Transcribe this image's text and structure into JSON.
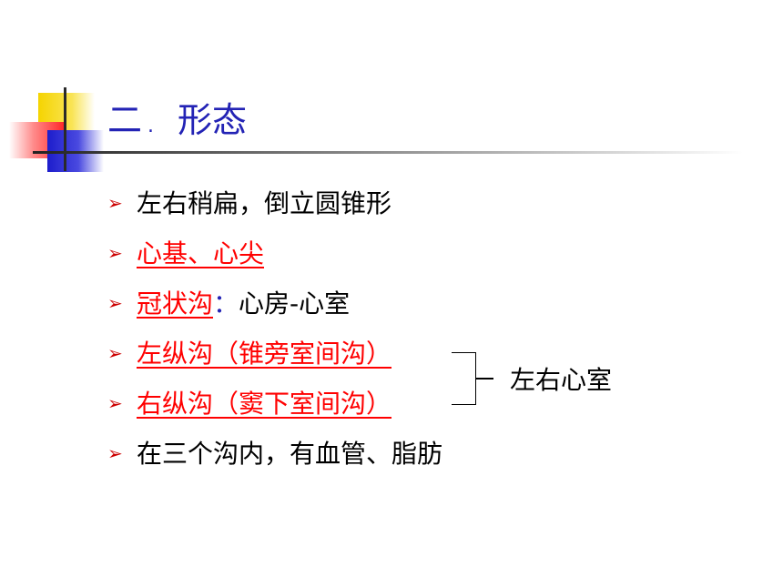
{
  "title": {
    "number": "二",
    "dot": ".",
    "text": "形态"
  },
  "bullets": [
    {
      "marker": "➢",
      "text": "左右稍扁，倒立圆锥形"
    },
    {
      "marker": "➢",
      "text": "心基、心尖"
    },
    {
      "marker": "➢",
      "highlight": "冠状沟",
      "colon": "：",
      "rest": "心房-心室"
    },
    {
      "marker": "➢",
      "text": "左纵沟（锥旁室间沟）"
    },
    {
      "marker": "➢",
      "text": "右纵沟（窦下室间沟）"
    },
    {
      "marker": "➢",
      "text": "在三个沟内，有血管、脂肪"
    }
  ],
  "side_label": "左右心室",
  "colors": {
    "title_blue": "#2323b5",
    "highlight_red": "#ff0000",
    "marker_red": "#cc0000"
  }
}
